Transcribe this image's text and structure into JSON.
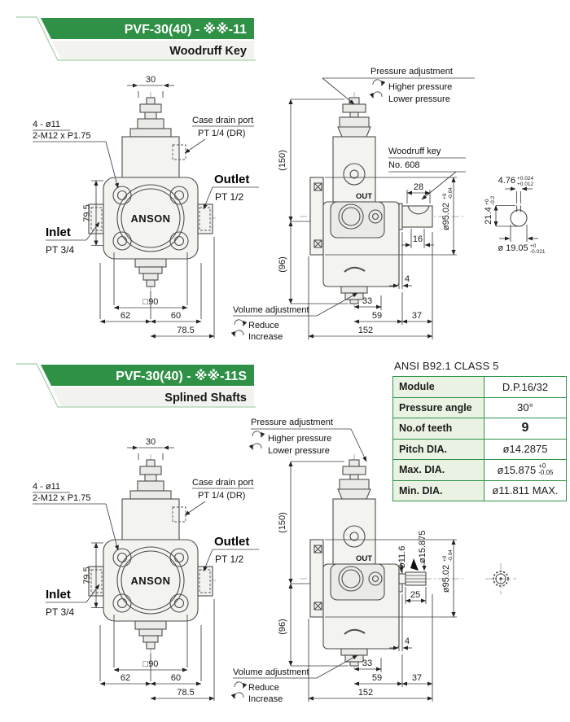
{
  "header1": {
    "model": "PVF-30(40) - ※※-11",
    "subtitle": "Woodruff Key"
  },
  "header2": {
    "model": "PVF-30(40) - ※※-11S",
    "subtitle": "Splined Shafts"
  },
  "brand": "ANSON",
  "front": {
    "dim30": "30",
    "bolt1": "4 - ø11",
    "bolt2": "2-M12 x P1.75",
    "dim795": "79.5",
    "drain1": "Case drain port",
    "drain2": "PT 1/4 (DR)",
    "outlet": "Outlet",
    "outlet_port": "PT 1/2",
    "inlet": "Inlet",
    "inlet_port": "PT 3/4",
    "dim90": "□90",
    "dim62": "62",
    "dim60": "60",
    "dim785": "78.5"
  },
  "side": {
    "pressure": "Pressure adjustment",
    "higher": "Higher pressure",
    "lower": "Lower pressure",
    "volume": "Volume adjustment",
    "reduce": "Reduce",
    "increase": "Increase",
    "out": "OUT",
    "dim150": "(150)",
    "dim96": "(96)",
    "dim4": "4",
    "dim33": "33",
    "dim59": "59",
    "dim37": "37",
    "dim152": "152",
    "d95": "ø95.02",
    "d95a": "+0",
    "d95b": "-0.04"
  },
  "side1": {
    "woodruff1": "Woodruff key",
    "woodruff2": "No. 608",
    "dim28": "28",
    "dim16": "16"
  },
  "key": {
    "w": "4.76",
    "wa": "+0.024",
    "wb": "+0.012",
    "h": "21.4",
    "ha": "+0",
    "hb": "-0.2",
    "d": "ø 19.05",
    "da": "+0",
    "db": "-0.021"
  },
  "side2": {
    "d116": "ø11.6",
    "d15875": "ø15.875",
    "dim25": "25"
  },
  "table": {
    "title": "ANSI B92.1 CLASS 5",
    "rows": [
      {
        "label": "Module",
        "value": "D.P.16/32"
      },
      {
        "label": "Pressure angle",
        "value": "30°"
      },
      {
        "label": "No.of teeth",
        "value": "9"
      },
      {
        "label": "Pitch DIA.",
        "value": "ø14.2875"
      },
      {
        "label": "Max. DIA.",
        "value": "ø15.875"
      },
      {
        "label": "Min. DIA.",
        "value": "ø11.811 MAX."
      }
    ],
    "max_tol_top": "+0",
    "max_tol_bot": "-0.05"
  }
}
